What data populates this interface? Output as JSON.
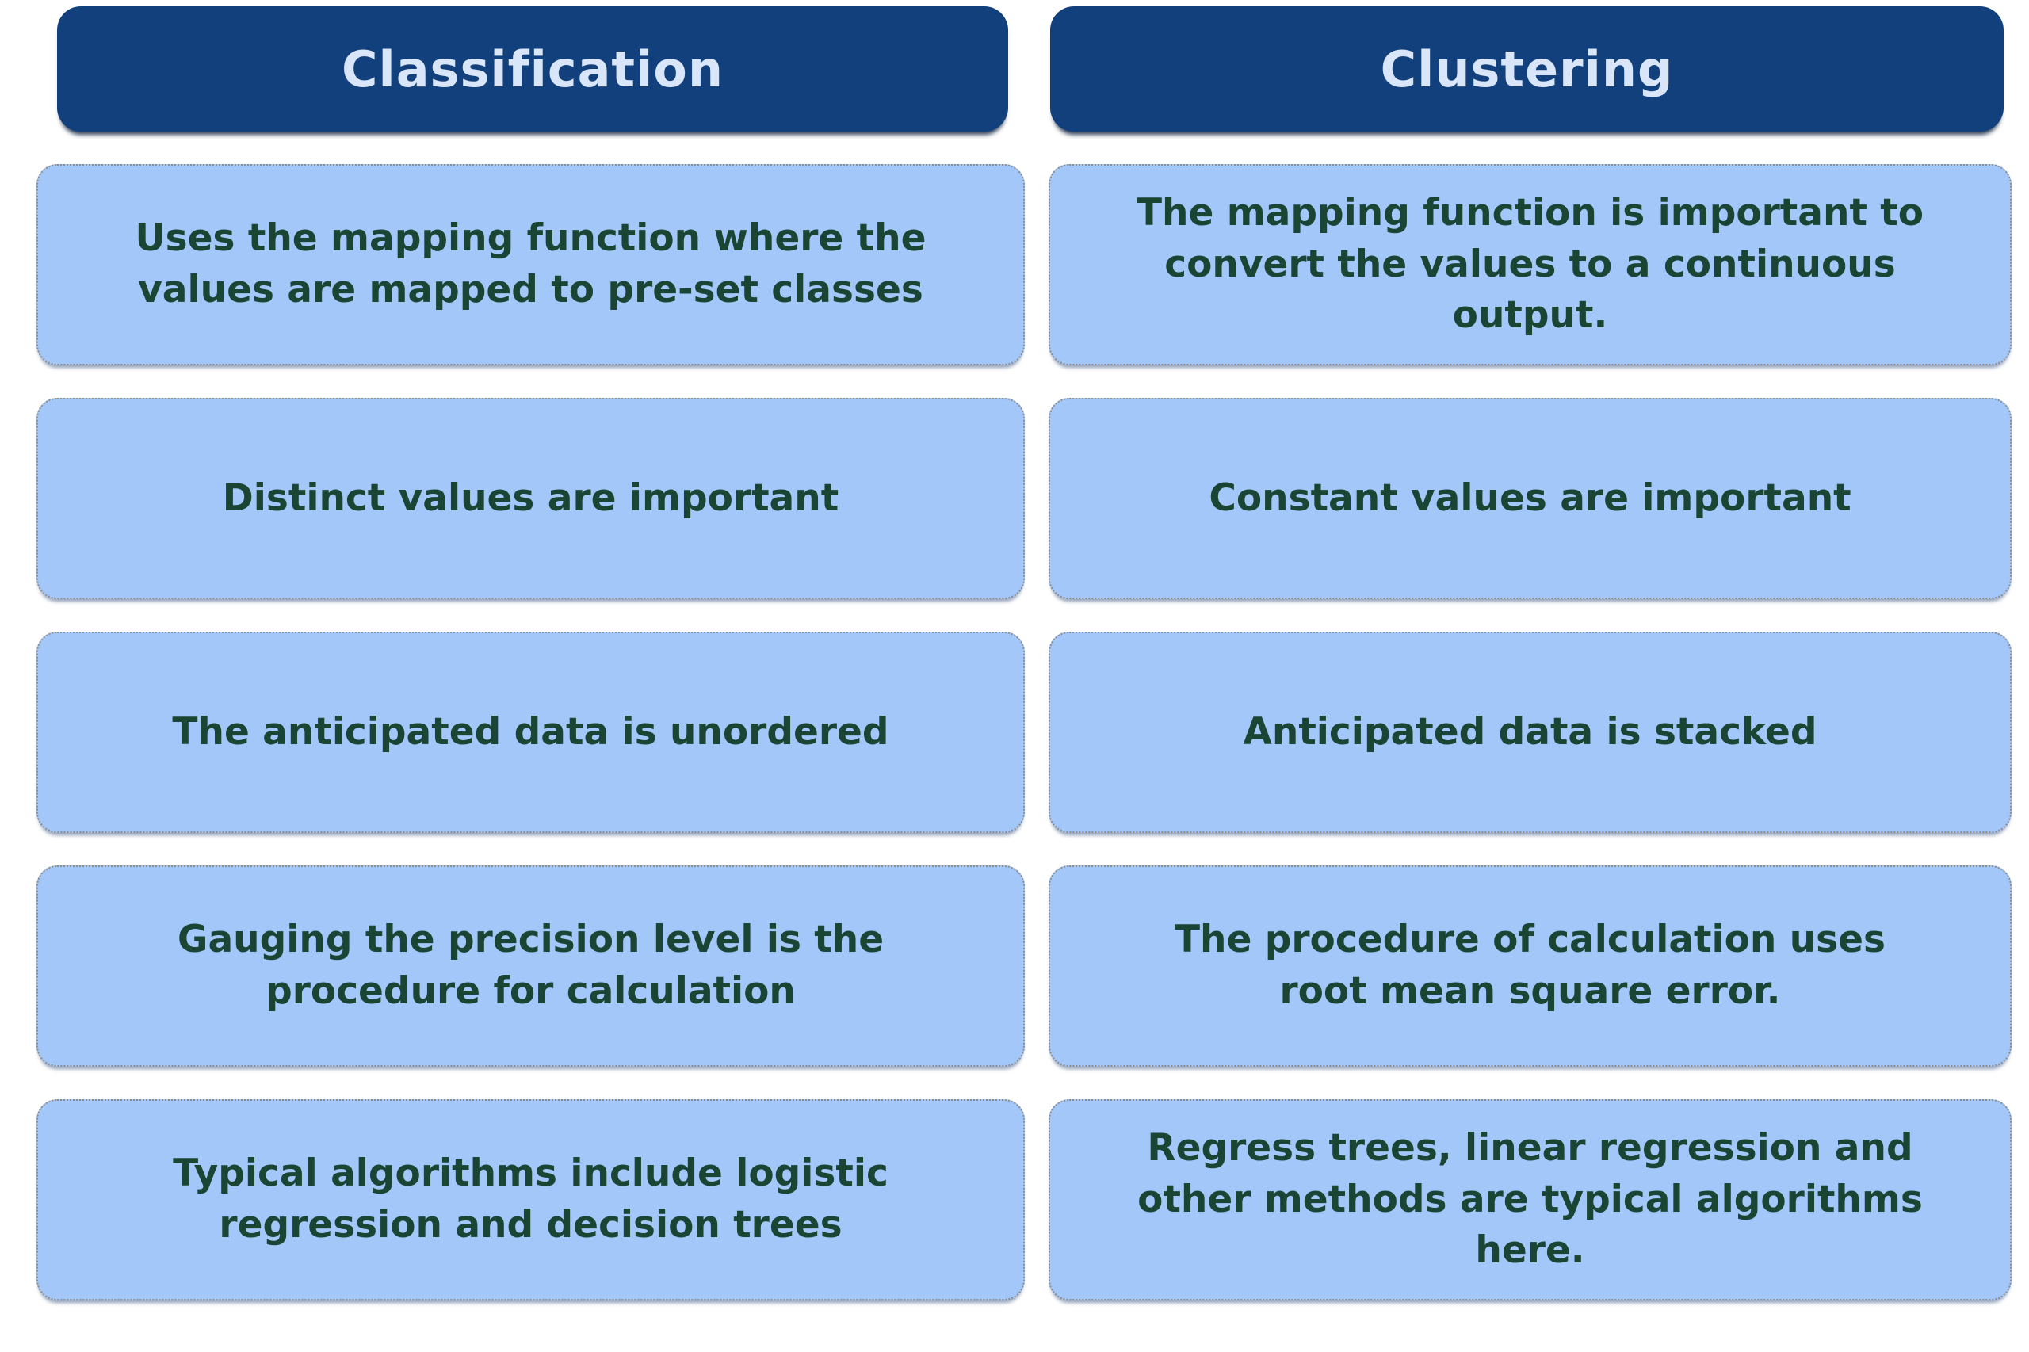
{
  "page_title": "Classification vs Clustering comparison",
  "colors": {
    "header_bg": "#11407c",
    "header_text": "#d9e5f8",
    "item_bg": "#a3c7f8",
    "item_border": "#8d8d8d",
    "item_text": "#1a4534",
    "page_bg": "#ffffff"
  },
  "columns": [
    {
      "header": "Classification",
      "items": [
        "Uses the mapping function where the\nvalues are mapped to pre-set classes",
        "Distinct values are important",
        "The anticipated data is unordered",
        "Gauging the precision level is the\nprocedure for calculation",
        "Typical algorithms include logistic\nregression and decision trees"
      ]
    },
    {
      "header": "Clustering",
      "items": [
        "The mapping function is important to\nconvert the values to a continuous\noutput.",
        "Constant values are important",
        "Anticipated data is stacked",
        "The procedure of calculation uses\nroot mean square error.",
        "Regress trees, linear regression and\nother methods are typical algorithms\nhere."
      ]
    }
  ]
}
